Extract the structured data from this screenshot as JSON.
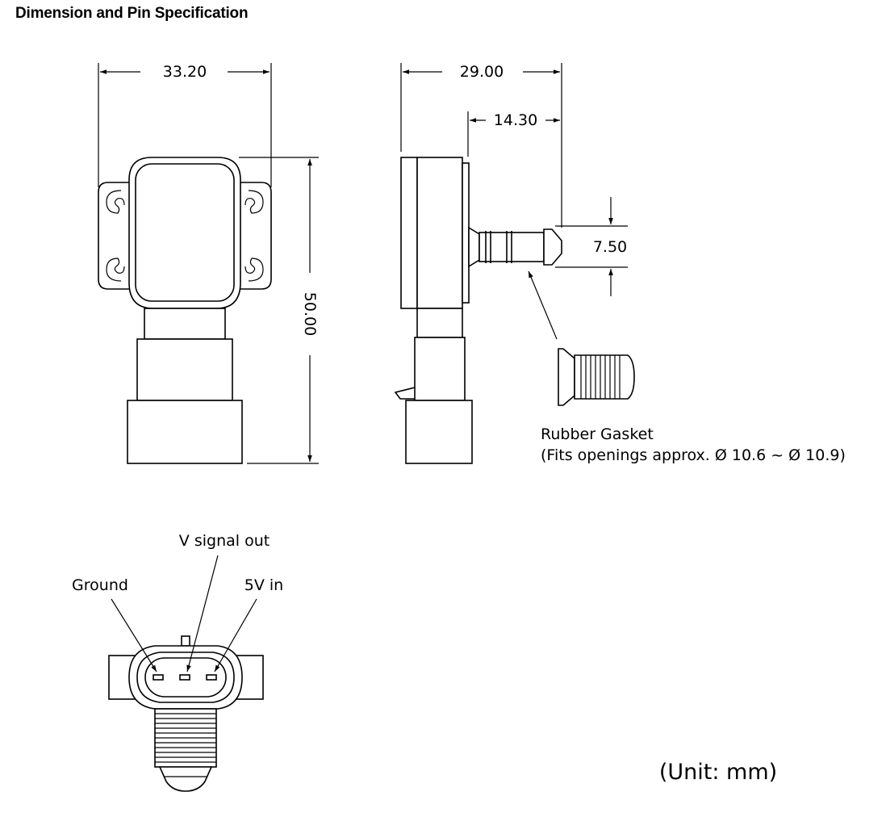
{
  "title": "Dimension and Pin Specification",
  "dimensions": {
    "width_front": "33.20",
    "depth_side": "29.00",
    "port_offset": "14.30",
    "port_diameter": "7.50",
    "height": "50.00"
  },
  "gasket": {
    "label": "Rubber Gasket",
    "note": "(Fits openings approx. Ø 10.6 ~ Ø 10.9)"
  },
  "pins": {
    "signal": "V signal out",
    "ground": "Ground",
    "power": "5V in"
  },
  "unit_label": "(Unit: mm)"
}
